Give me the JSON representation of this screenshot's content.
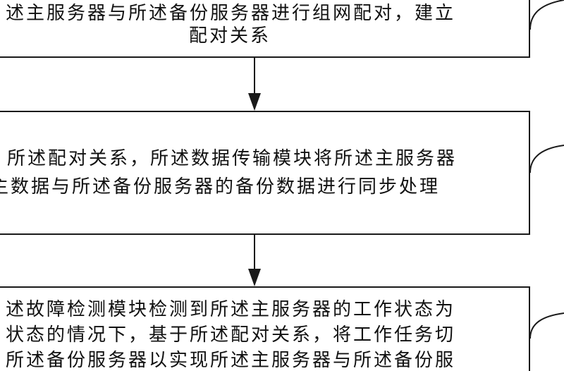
{
  "steps": [
    {
      "lines": [
        "述主服务器与所述备份服务器进行组网配对，建立",
        "配对关系"
      ]
    },
    {
      "lines": [
        "所述配对关系，所述数据传输模块将所述主服务器",
        "主数据与所述备份服务器的备份数据进行同步处理"
      ]
    },
    {
      "lines": [
        "述故障检测模块检测到所述主服务器的工作状态为",
        "状态的情况下，基于所述配对关系，将工作任务切",
        "所述备份服务器以实现所述主服务器与所述备份服"
      ]
    }
  ],
  "colors": {
    "stroke": "#1a1a1a",
    "background": "#ffffff"
  }
}
